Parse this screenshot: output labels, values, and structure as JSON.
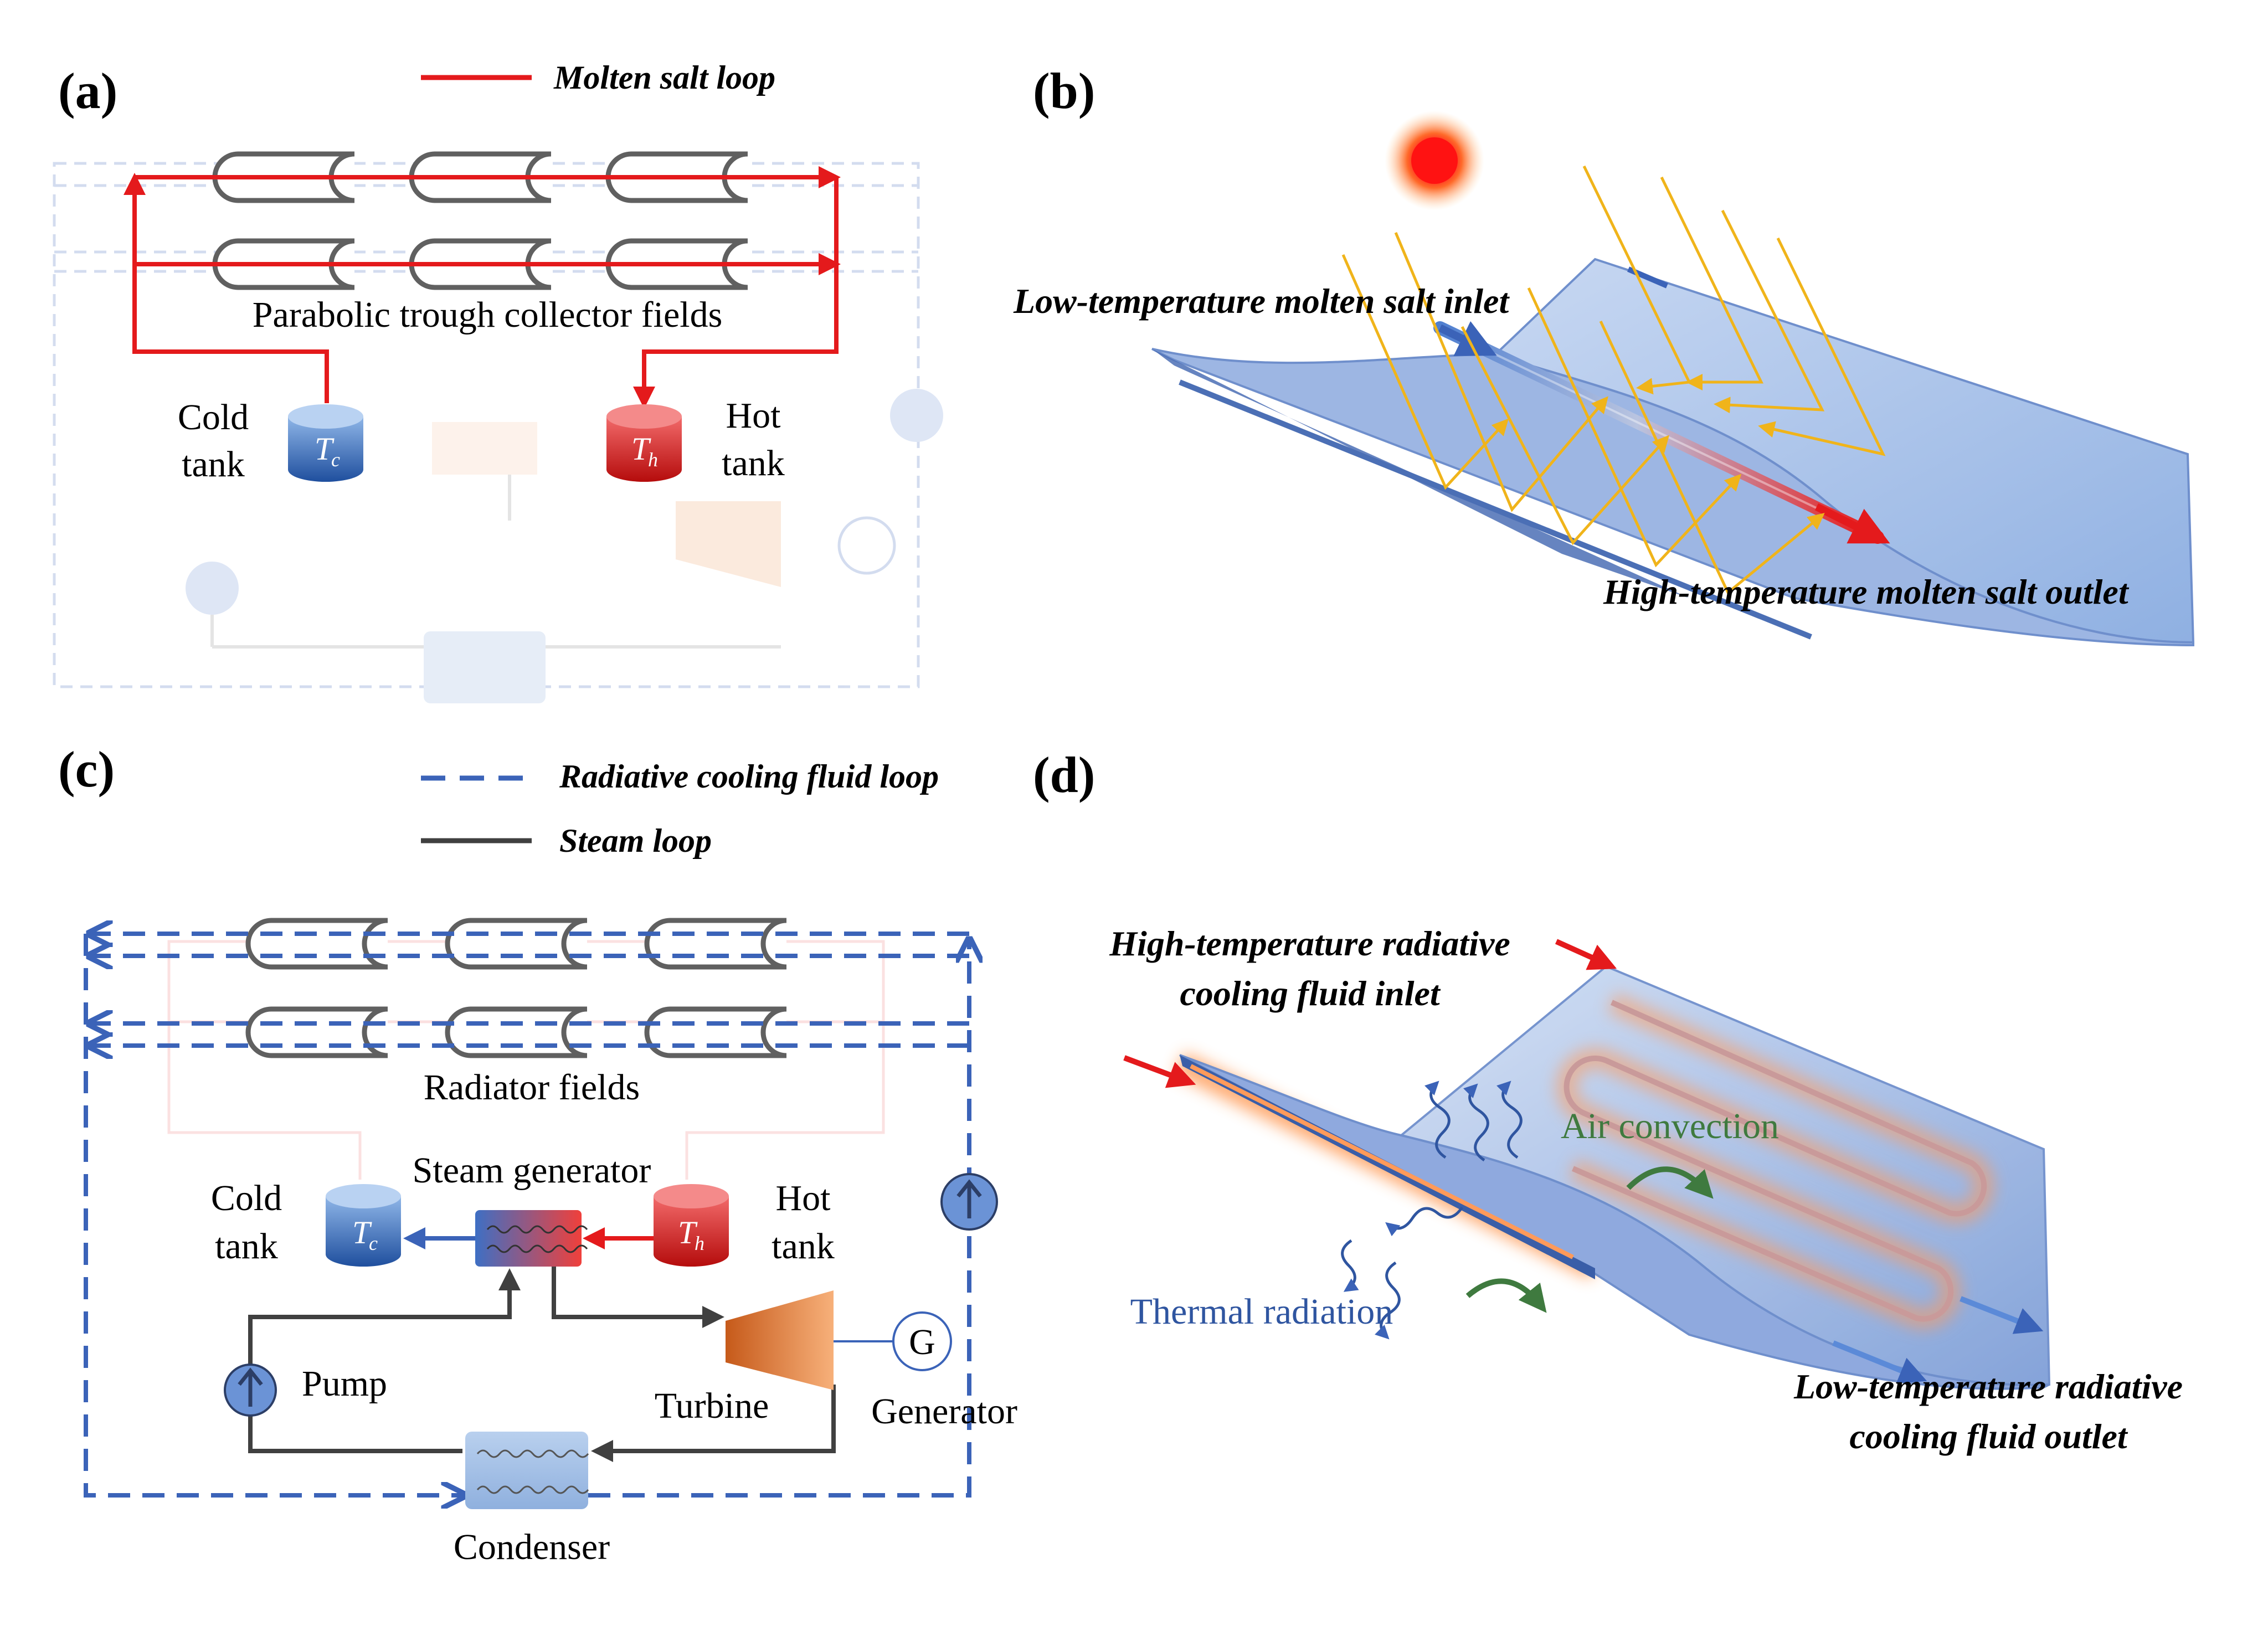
{
  "panels": {
    "a": "(a)",
    "b": "(b)",
    "c": "(c)",
    "d": "(d)"
  },
  "colors": {
    "molten_salt": "#e41a1c",
    "radiative_loop": "#3b63b8",
    "steam": "#404040",
    "mirror": "#a9c2e8",
    "ray": "#f0b41a",
    "convection": "#3f7a3f"
  },
  "legend": {
    "molten_salt": "Molten salt loop",
    "radiative": "Radiative cooling fluid loop",
    "steam": "Steam loop"
  },
  "panel_a": {
    "field_label": "Parabolic trough collector fields",
    "cold_tank_1": "Cold",
    "cold_tank_2": "tank",
    "hot_tank_1": "Hot",
    "hot_tank_2": "tank",
    "tc": "T",
    "tc_sub": "c",
    "th": "T",
    "th_sub": "h"
  },
  "panel_b": {
    "inlet": "Low-temperature molten salt inlet",
    "outlet": "High-temperature molten salt outlet"
  },
  "panel_c": {
    "field_label": "Radiator fields",
    "steam_generator": "Steam generator",
    "cold_tank_1": "Cold",
    "cold_tank_2": "tank",
    "hot_tank_1": "Hot",
    "hot_tank_2": "tank",
    "tc": "T",
    "tc_sub": "c",
    "th": "T",
    "th_sub": "h",
    "pump": "Pump",
    "turbine": "Turbine",
    "generator": "Generator",
    "generator_symbol": "G",
    "condenser": "Condenser"
  },
  "panel_d": {
    "inlet_1": "High-temperature radiative",
    "inlet_2": "cooling fluid inlet",
    "outlet_1": "Low-temperature radiative",
    "outlet_2": "cooling fluid outlet",
    "air": "Air convection",
    "thermal": "Thermal radiation"
  }
}
